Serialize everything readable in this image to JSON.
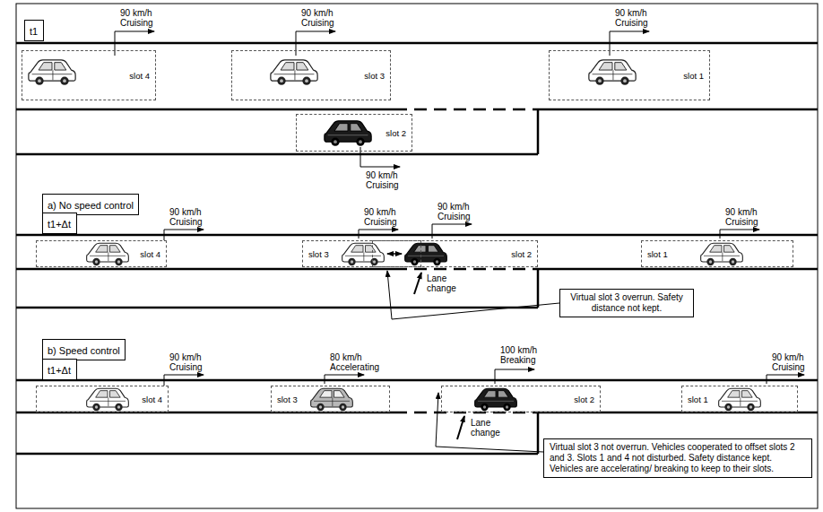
{
  "diagram": {
    "nodes": [
      {
        "text": [
          "t1"
        ]
      },
      {
        "text": [
          "slot 4"
        ]
      },
      {
        "text": [
          "slot 3"
        ]
      },
      {
        "text": [
          "slot 1"
        ]
      },
      {
        "text": [
          "slot 2"
        ]
      },
      {
        "text": [
          "a) No speed control"
        ]
      },
      {
        "text": [
          "t1+Δt"
        ]
      },
      {
        "text": [
          "slot 4"
        ]
      },
      {
        "text": [
          "slot 3"
        ]
      },
      {
        "text": [
          "slot 2"
        ]
      },
      {
        "text": [
          "slot 1"
        ]
      },
      {
        "text": [
          "Virtual slot 3 overrun. Safety distance not kept."
        ]
      },
      {
        "text": [
          "b) Speed control"
        ]
      },
      {
        "text": [
          "t1+Δt"
        ]
      },
      {
        "text": [
          "slot 4"
        ]
      },
      {
        "text": [
          "slot 3"
        ]
      },
      {
        "text": [
          "slot 2"
        ]
      },
      {
        "text": [
          "slot 1"
        ]
      },
      {
        "text": [
          "Virtual slot 3 not overrun. Vehicles cooperated to offset slots 2 and 3. Slots 1 and 4 not disturbed. Safety distance kept. Vehicles are accelerating/ breaking to keep to their slots."
        ]
      }
    ],
    "labels": [
      "90 km/h",
      "Cruising",
      "90 km/h",
      "Cruising",
      "90 km/h",
      "Cruising",
      "90 km/h",
      "Cruising",
      "90 km/h",
      "Cruising",
      "90 km/h",
      "Cruising",
      "90 km/h",
      "Cruising",
      "90 km/h",
      "Cruising",
      "Lane change",
      "90 km/h",
      "Cruising",
      "80 km/h",
      "Accelerating",
      "100 km/h",
      "Breaking",
      "90 km/h",
      "Cruising",
      "Lane change"
    ]
  }
}
